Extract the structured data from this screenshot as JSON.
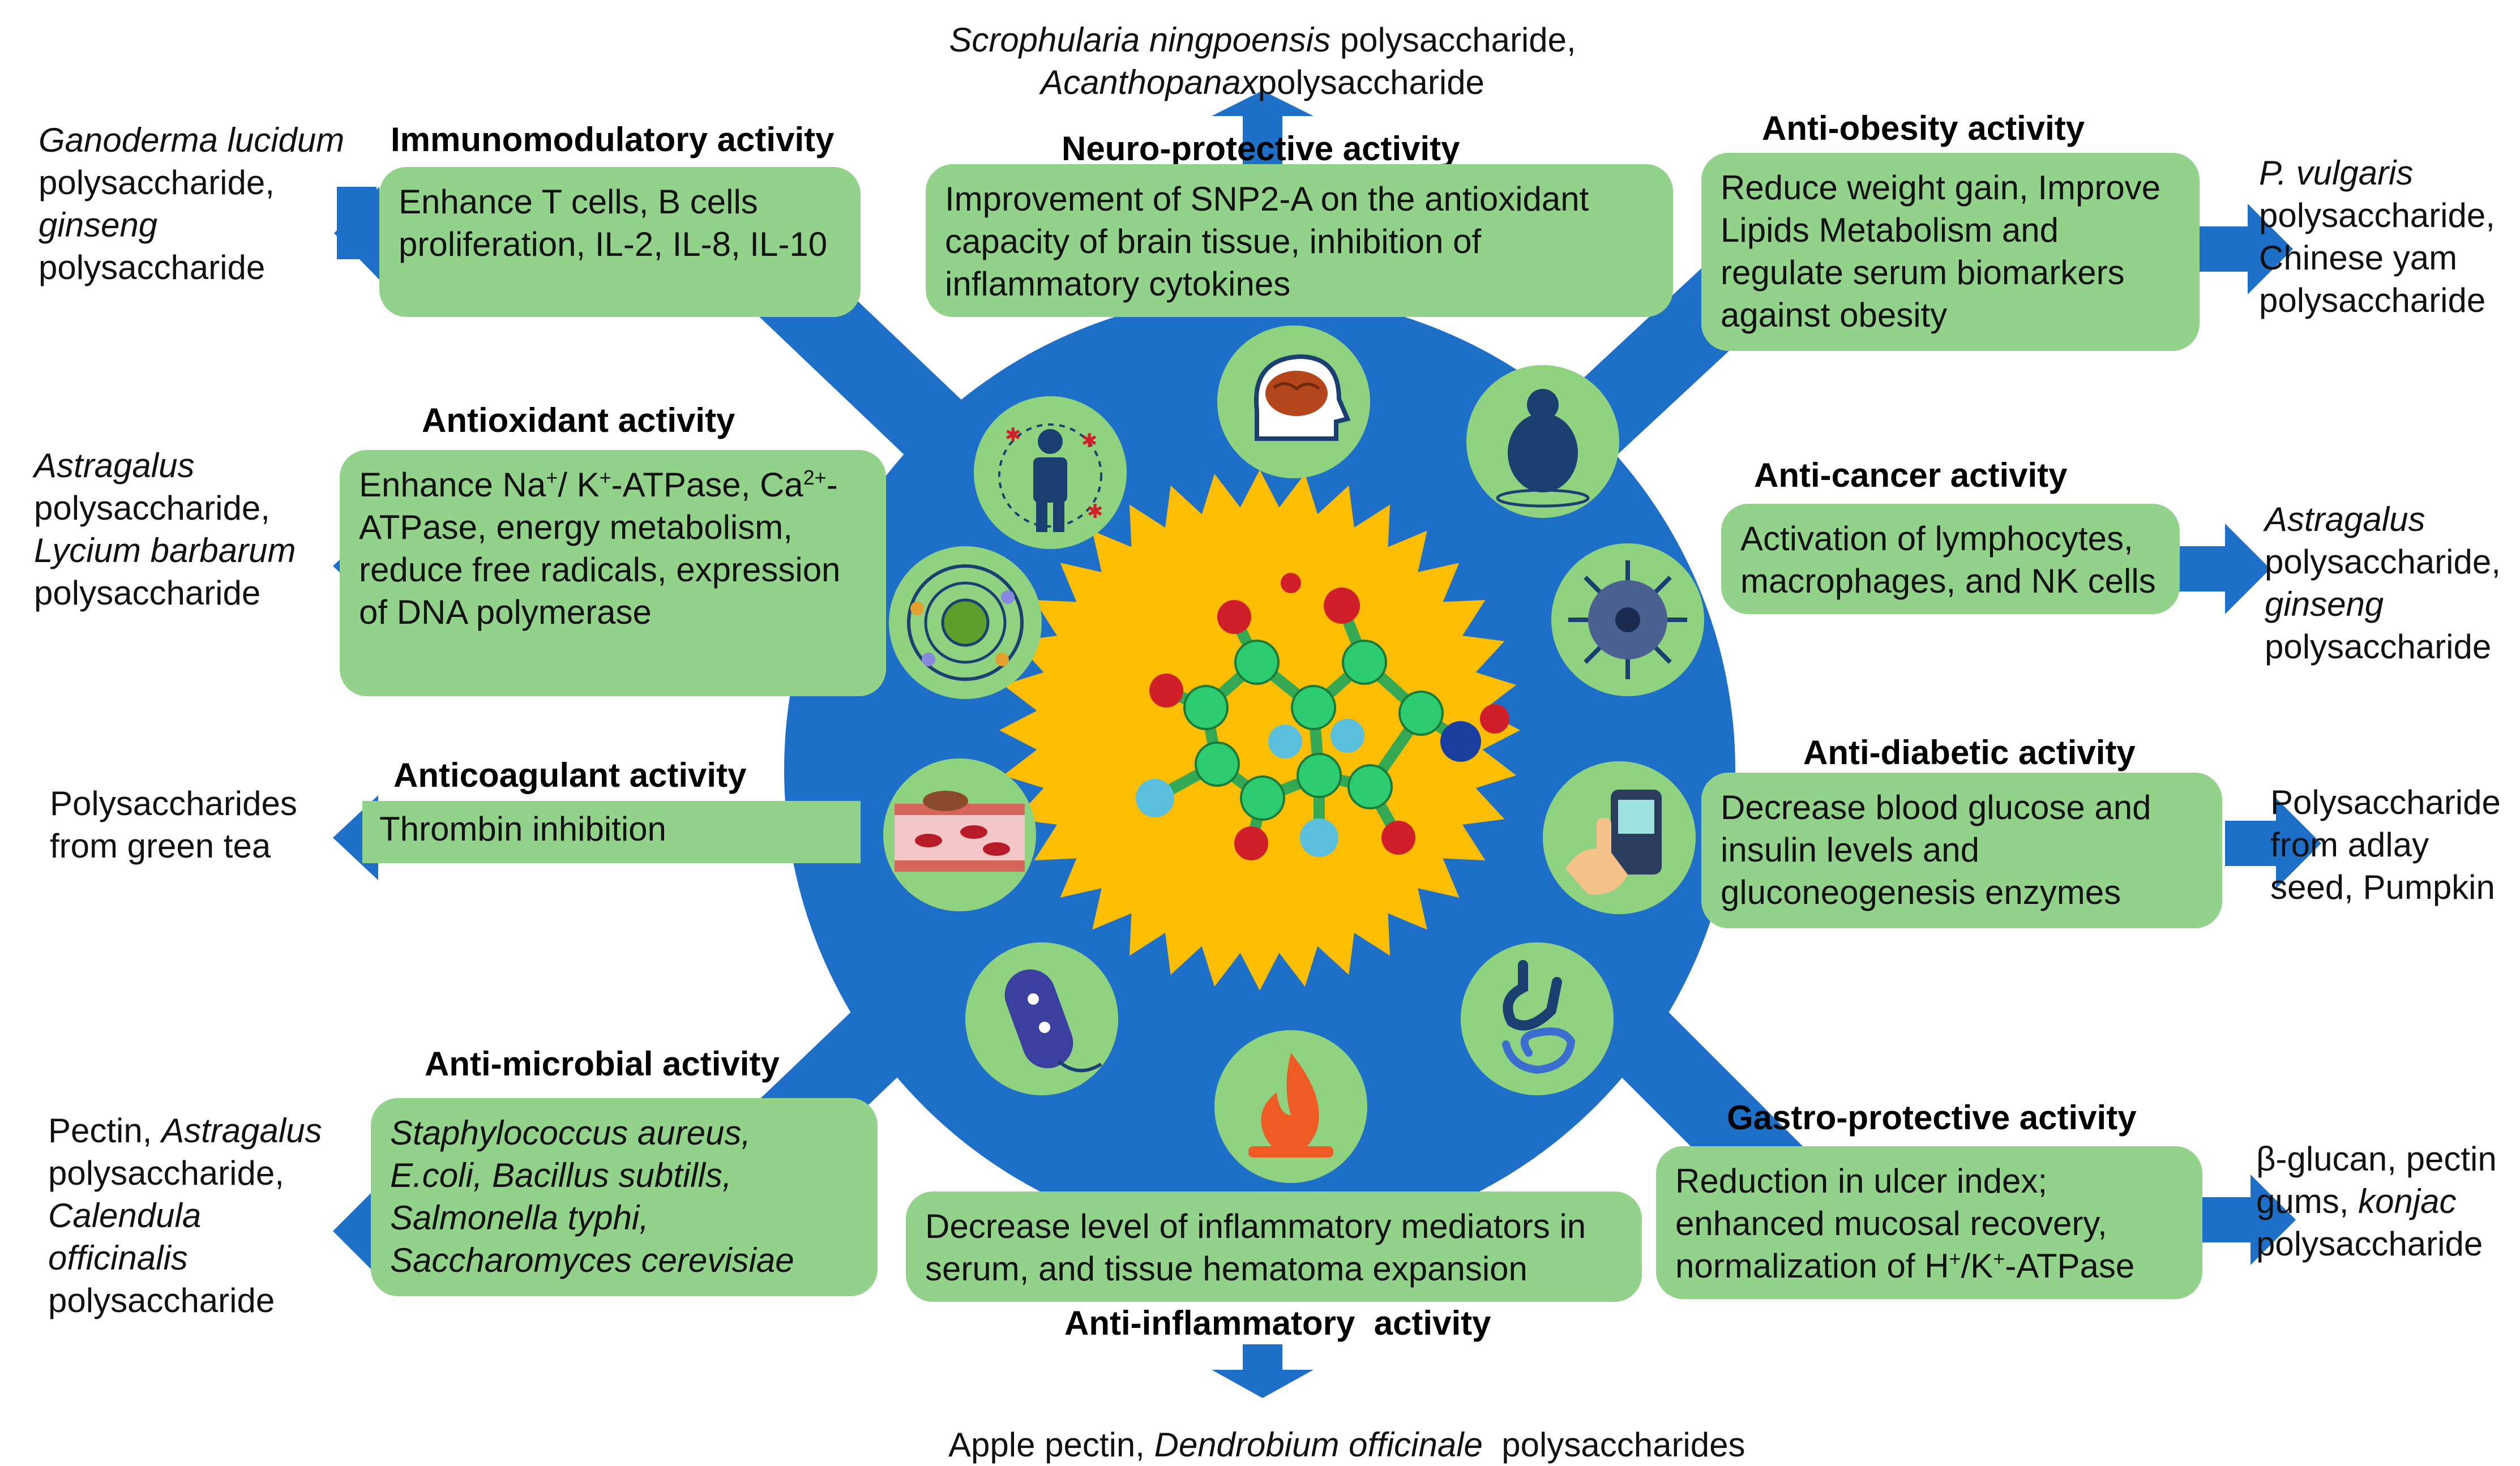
{
  "colors": {
    "hub": "#1e6fc8",
    "box": "#92d28a",
    "sun": "#fdbd00",
    "arrow": "#1e6fc8"
  },
  "activities": {
    "immunomodulatory": {
      "title": "Immunomodulatory activity",
      "effect": "Enhance T cells, B cells proliferation, IL-2, IL-8, IL-10",
      "sources": [
        "Ganoderma lucidum",
        "polysaccharide,",
        "ginseng",
        "polysaccharide"
      ]
    },
    "neuroprotective": {
      "title": "Neuro-protective activity",
      "effect": "Improvement of SNP2-A on the antioxidant capacity of brain tissue, inhibition of inflammatory cytokines",
      "sources": [
        "Scrophularia ningpoensis",
        " polysaccharide,",
        "Acanthopanax",
        "polysaccharide"
      ]
    },
    "antiobesity": {
      "title": "Anti-obesity activity",
      "effect": "Reduce weight gain, Improve Lipids Metabolism and regulate serum biomarkers against obesity",
      "sources": [
        "P. vulgaris",
        "polysaccharide,",
        "Chinese yam",
        "polysaccharide"
      ]
    },
    "antioxidant": {
      "title": "Antioxidant activity",
      "effect": [
        "Enhance Na",
        "+",
        "/ K",
        "+",
        "-ATPase,",
        "Ca",
        "2+",
        "-ATPase, energy metabolism, reduce free radicals, expression of DNA polymerase"
      ],
      "sources": [
        "Astragalus",
        "polysaccharide,",
        "Lycium barbarum",
        "polysaccharide"
      ]
    },
    "anticancer": {
      "title": "Anti-cancer activity",
      "effect": "Activation of lymphocytes, macrophages, and NK cells",
      "sources": [
        "Astragalus",
        "polysaccharide,",
        "ginseng",
        "polysaccharide"
      ]
    },
    "anticoagulant": {
      "title": "Anticoagulant activity",
      "effect": "Thrombin inhibition",
      "sources": [
        "Polysaccharides",
        "from green tea"
      ]
    },
    "antidiabetic": {
      "title": "Anti-diabetic activity",
      "effect": "Decrease blood glucose and insulin levels and gluconeogenesis enzymes",
      "sources": [
        "Polysaccharide",
        "from adlay",
        "seed, Pumpkin"
      ]
    },
    "antimicrobial": {
      "title": "Anti-microbial activity",
      "effect": [
        "Staphylococcus aureus,",
        "E.coli, Bacillus subtills,",
        "Salmonella typhi,",
        "Saccharomyces cerevisiae"
      ],
      "sources": [
        "Pectin, ",
        "Astragalus",
        "polysaccharide,",
        "Calendula",
        "officinalis",
        "polysaccharide"
      ]
    },
    "antiinflammatory": {
      "title": "Anti-inflammatory  activity",
      "effect": "Decrease level of inflammatory mediators in serum, and tissue hematoma expansion",
      "sources": [
        "Apple pectin, ",
        "Dendrobium officinale",
        "  polysaccharides"
      ]
    },
    "gastroprotective": {
      "title": "Gastro-protective activity",
      "effect": [
        "Reduction in ulcer index;",
        "enhanced mucosal recovery,",
        "normalization of H",
        "+",
        "/K",
        "+",
        "-ATPase"
      ],
      "sources": [
        "β-glucan, pectin",
        "gums, ",
        "konjac",
        "polysaccharide"
      ]
    }
  },
  "icons": [
    "immune-body-icon",
    "brain-icon",
    "obesity-icon",
    "cell-icon",
    "virus-icon",
    "blood-vessel-icon",
    "glucose-meter-icon",
    "bacteria-icon",
    "fire-icon",
    "digestive-icon",
    "molecule-icon"
  ]
}
